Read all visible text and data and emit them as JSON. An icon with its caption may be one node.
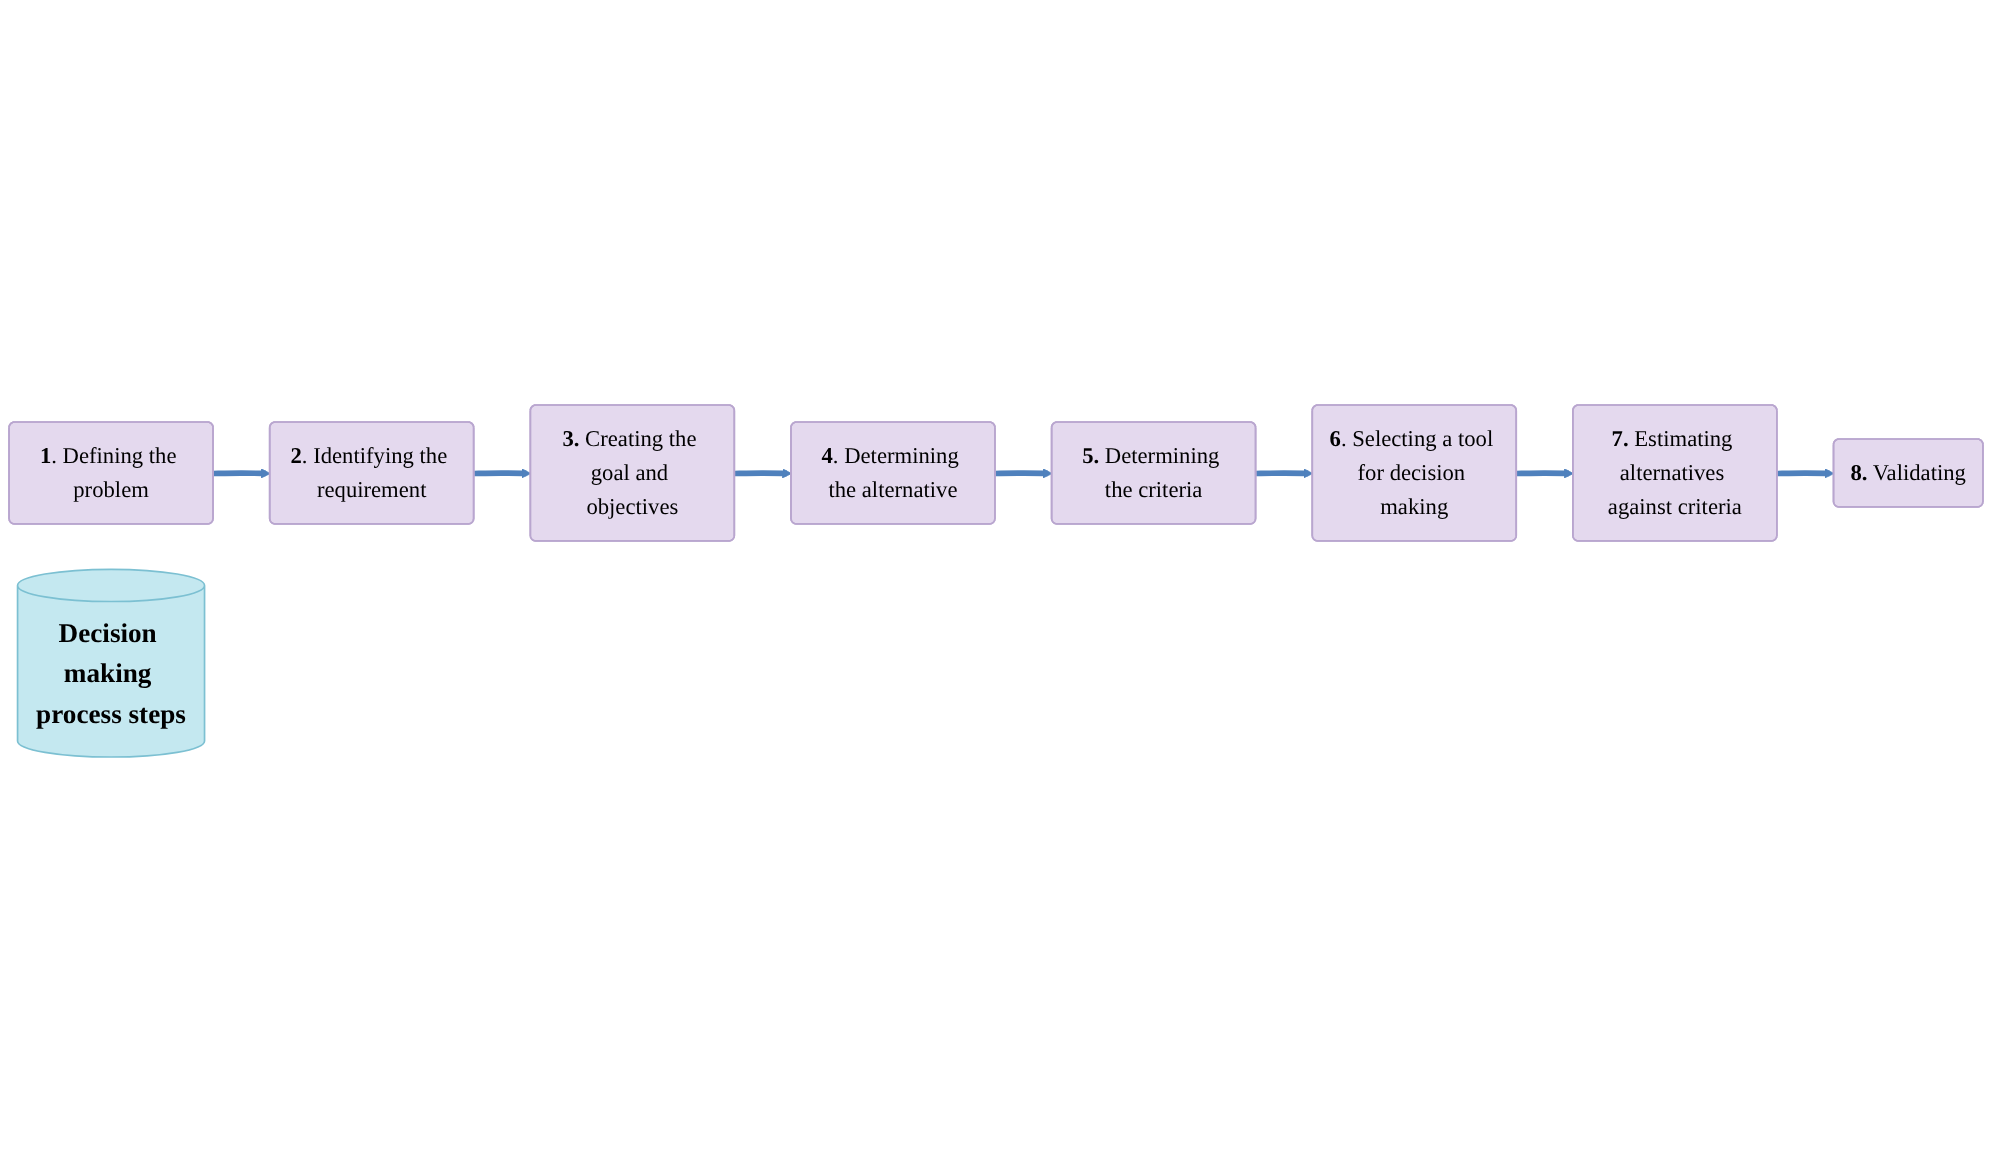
{
  "diagram": {
    "nodes": [
      {
        "text": [
          "**1**. Defining the problem"
        ]
      },
      {
        "text": [
          "**2**. Identifying the requirement"
        ]
      },
      {
        "text": [
          "**3.** Creating the goal and objectives"
        ]
      },
      {
        "text": [
          "**4**. Determining the alternative"
        ]
      },
      {
        "text": [
          "**5.** Determining the criteria"
        ]
      },
      {
        "text": [
          "**6**. Selecting a tool for decision making"
        ]
      },
      {
        "text": [
          "**7.** Estimating alternatives against criteria"
        ]
      },
      {
        "text": [
          "**8.** Validating"
        ]
      },
      {
        "text": [
          "Decision making process steps"
        ]
      }
    ],
    "edges": [
      {
        "from": 0,
        "to": 1,
        "arrow": "to"
      },
      {
        "from": 1,
        "to": 2,
        "arrow": "to"
      },
      {
        "from": 2,
        "to": 3,
        "arrow": "to"
      },
      {
        "from": 3,
        "to": 4,
        "arrow": "to"
      },
      {
        "from": 4,
        "to": 5,
        "arrow": "to"
      },
      {
        "from": 5,
        "to": 6,
        "arrow": "to"
      },
      {
        "from": 6,
        "to": 7,
        "arrow": "to"
      }
    ]
  }
}
